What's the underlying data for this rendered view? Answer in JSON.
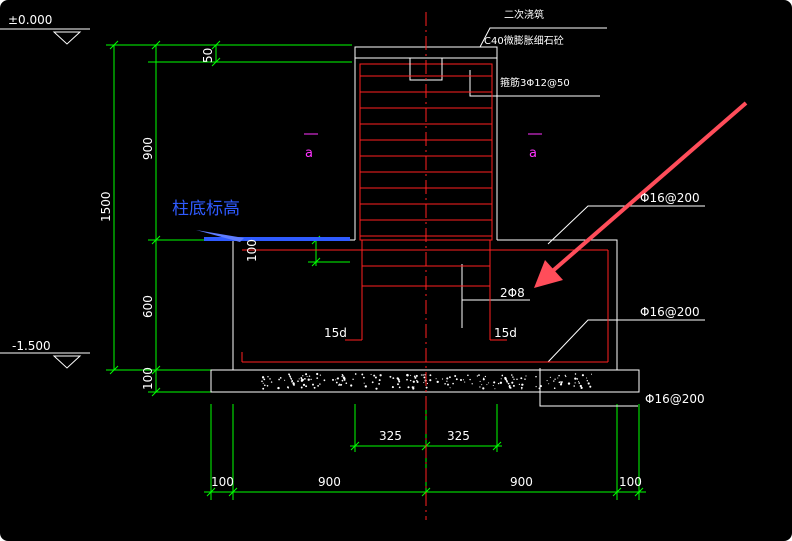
{
  "colors": {
    "background": "#000000",
    "dimension": "#00ff00",
    "rebar": "#ff2020",
    "outline": "#ffffff",
    "annotation_arrow": "#ff4d5a",
    "label_blue": "#2f5bff",
    "section_mark": "#ff33ff"
  },
  "elevations": {
    "top": "±0.000",
    "bottom": "-1.500"
  },
  "vertical_dims": {
    "d50": "50",
    "d900": "900",
    "d1500": "1500",
    "d100_upper": "100",
    "d600": "600",
    "d100_lower": "100"
  },
  "horizontal_dims": {
    "left_edge": "100",
    "left_span": "900",
    "right_span": "900",
    "right_edge": "100",
    "half_left": "325",
    "half_right": "325"
  },
  "labels": {
    "secondary_pour": "二次浇筑",
    "concrete": "C40微膨胀细石砼",
    "stirrup": "箍筋3Φ12@50",
    "column_base_elevation": "柱底标高",
    "mid_bars": "2Φ8",
    "anchor_left": "15d",
    "anchor_right": "15d",
    "rebar_top": "Φ16@200",
    "rebar_mid": "Φ16@200",
    "rebar_bottom": "Φ16@200",
    "section_left": "a",
    "section_right": "a"
  }
}
